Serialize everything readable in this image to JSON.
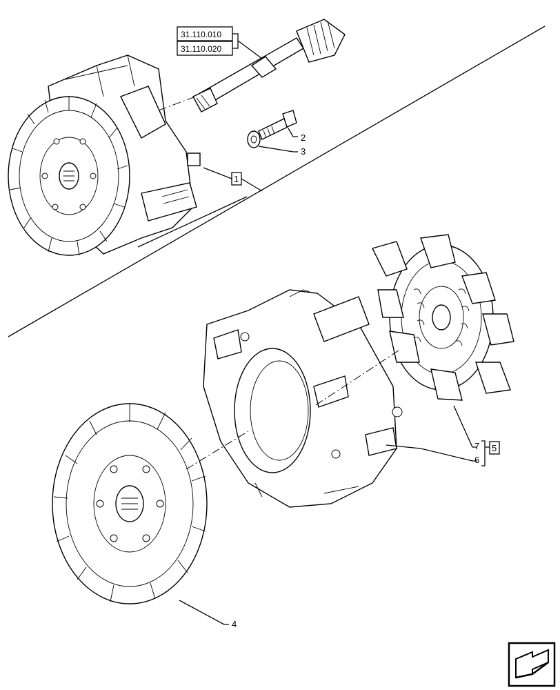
{
  "diagram": {
    "references": [
      {
        "id": "ref-1",
        "text": "31.110.010"
      },
      {
        "id": "ref-2",
        "text": "31.110.020"
      }
    ],
    "callouts": {
      "c1": "1",
      "c2": "2",
      "c3": "3",
      "c4": "4",
      "c5": "5",
      "c6": "6",
      "c7": "7"
    },
    "nav_icon": "next-page-arrow-icon"
  }
}
